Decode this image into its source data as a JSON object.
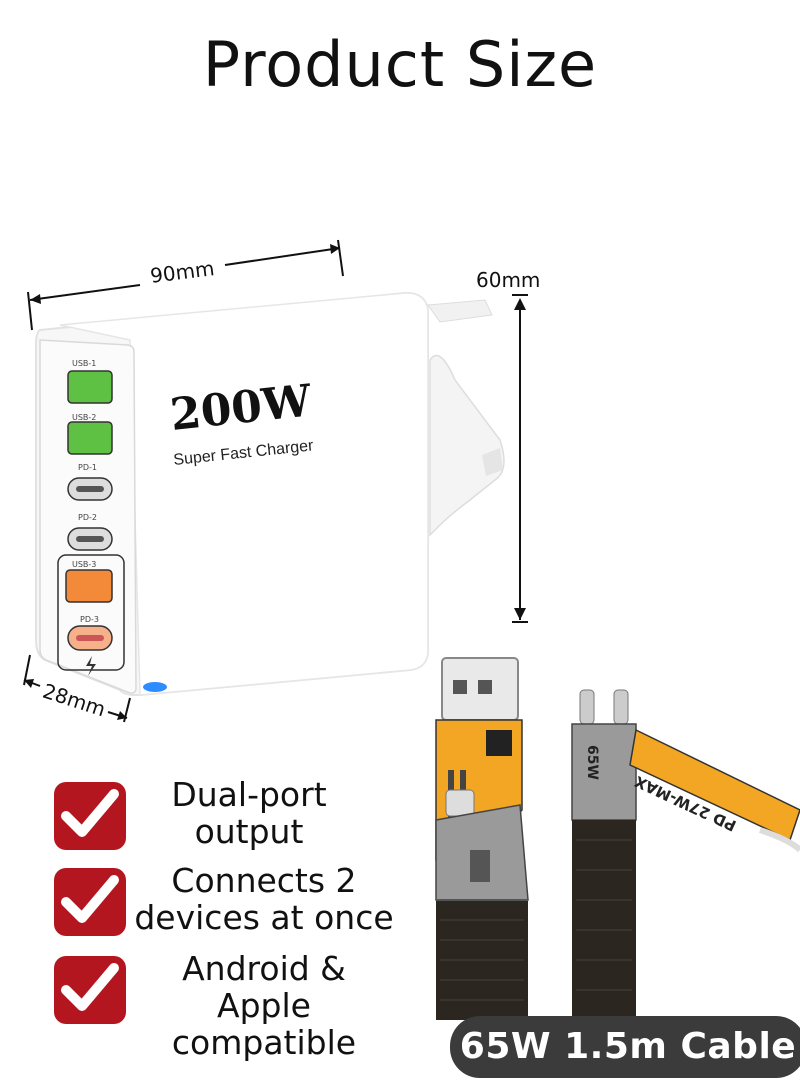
{
  "title": "Product Size",
  "dimensions": {
    "width": "90mm",
    "height": "60mm",
    "depth": "28mm"
  },
  "charger": {
    "wattage": "200W",
    "tagline": "Super Fast Charger",
    "ports": [
      "USB-1",
      "USB-2",
      "PD-1",
      "PD-2",
      "USB-3",
      "PD-3"
    ]
  },
  "features": [
    "Dual-port output",
    "Connects 2 devices at once",
    "Android & Apple compatible"
  ],
  "cable": {
    "label": "65W 1.5m Cable",
    "tag_left": "65W",
    "tag_right": "PD 27W-MAX"
  },
  "colors": {
    "check_red": "#b4161f",
    "port_green": "#5fc143",
    "port_orange": "#f28a3a",
    "cable_yellow": "#f2a623",
    "label_bg": "#3b3b3b"
  }
}
